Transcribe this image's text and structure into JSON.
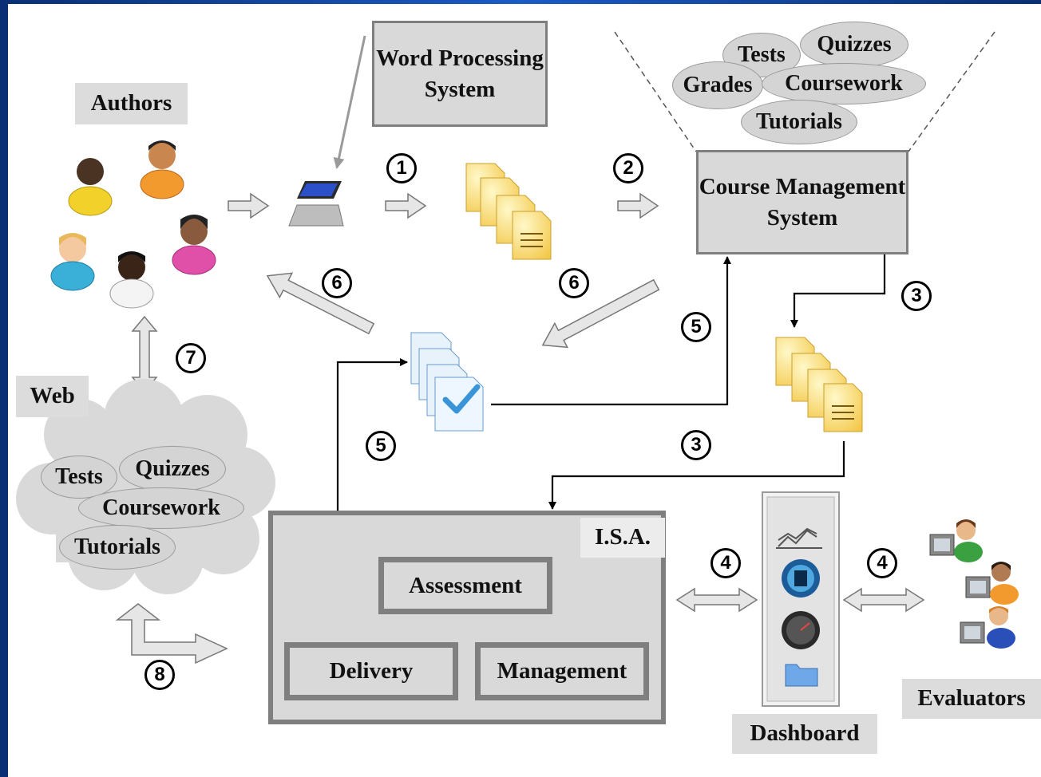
{
  "labels": {
    "authors": "Authors",
    "web": "Web",
    "word_processing": "Word Processing System",
    "cms": "Course Management System",
    "isa": "I.S.A.",
    "assessment": "Assessment",
    "delivery": "Delivery",
    "management": "Management",
    "dashboard": "Dashboard",
    "evaluators": "Evaluators"
  },
  "cms_items": [
    "Tests",
    "Quizzes",
    "Grades",
    "Coursework",
    "Tutorials"
  ],
  "web_items": [
    "Tests",
    "Quizzes",
    "Coursework",
    "Tutorials"
  ],
  "steps": [
    "1",
    "2",
    "3",
    "3",
    "4",
    "4",
    "5",
    "5",
    "6",
    "6",
    "7",
    "8"
  ],
  "colors": {
    "gray_fill": "#d9d9d9",
    "border": "#7f7f7f",
    "arrow_fill": "#e6e6e6",
    "line": "#000000"
  },
  "icons": [
    "author-person-icon",
    "laptop-icon",
    "documents-stack-icon",
    "checked-documents-icon",
    "dashboard-panel-icon",
    "evaluator-computer-icon"
  ]
}
